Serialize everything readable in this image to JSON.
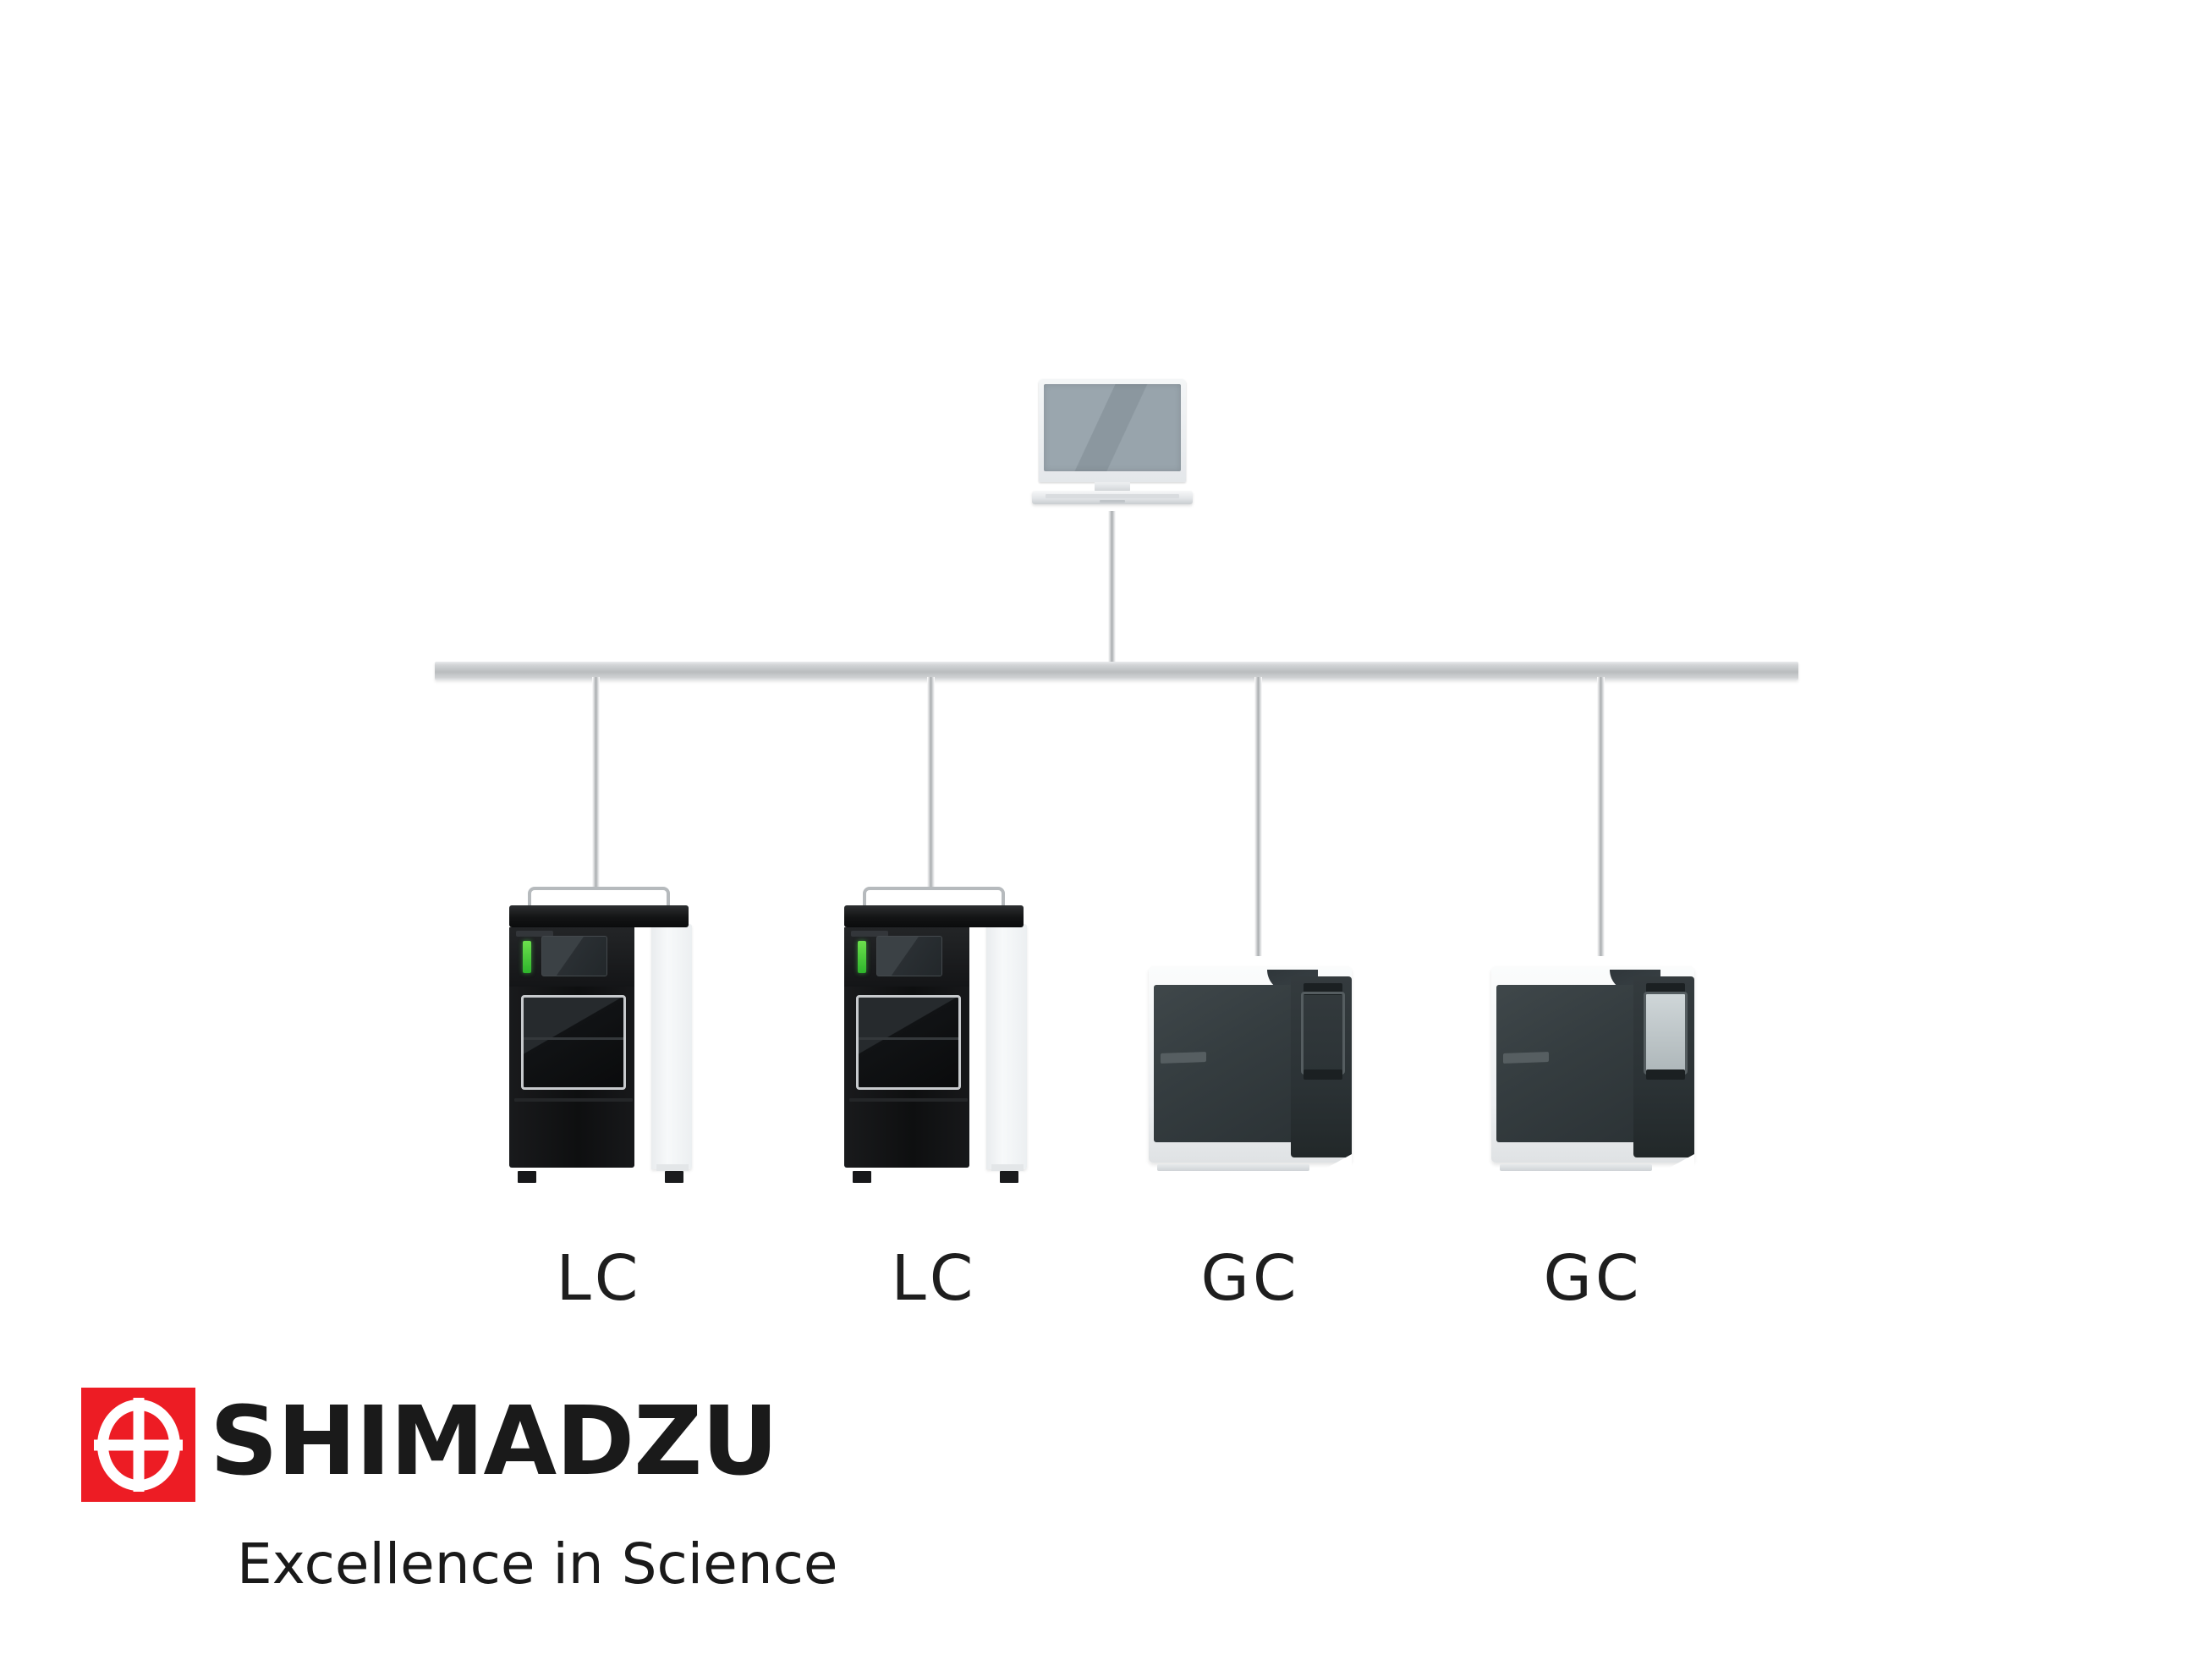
{
  "diagram": {
    "title": "Shimadzu laboratory instrument network diagram",
    "bus": {
      "label": "network-bus"
    },
    "workstation": {
      "icon": "laptop-icon",
      "label": ""
    },
    "devices": [
      {
        "label": "LC",
        "type": "lc",
        "icon": "lc-instrument-icon"
      },
      {
        "label": "LC",
        "type": "lc",
        "icon": "lc-instrument-icon"
      },
      {
        "label": "GC",
        "type": "gc",
        "icon": "gc-instrument-icon"
      },
      {
        "label": "GC",
        "type": "gc",
        "icon": "gc-instrument-icon"
      }
    ]
  },
  "branding": {
    "mark": "shimadzu-cross-circle-logo",
    "wordmark": "SHIMADZU",
    "tagline": "Excellence in Science",
    "brand_red": "#ED1C24",
    "brand_black": "#1a1a1a"
  },
  "colors": {
    "background": "#ffffff",
    "bus_gray": "#b9bcbe",
    "cable_gray": "#a9acae",
    "instrument_dark": "#15171a",
    "instrument_light": "#f2f4f6",
    "led_green": "#4ed04a",
    "gc_body": "#353d40"
  }
}
